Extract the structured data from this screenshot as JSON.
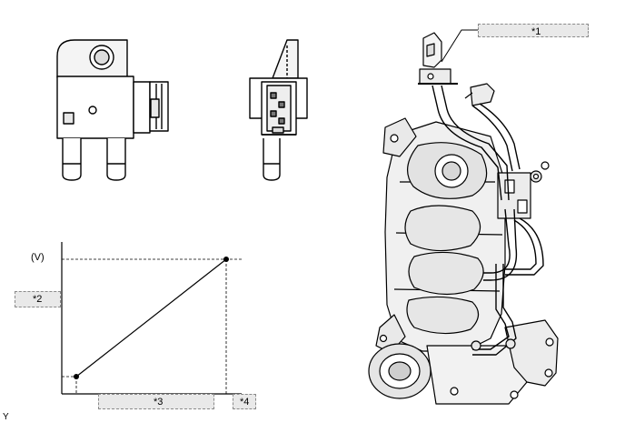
{
  "callouts": {
    "c1": "*1",
    "c2": "*2",
    "c3": "*3",
    "c4": "*4"
  },
  "graph": {
    "y_unit": "(V)",
    "corner_label": "Y"
  },
  "chart_data": {
    "type": "line",
    "title": "",
    "xlabel": "*3",
    "ylabel": "*2",
    "series": [
      {
        "points": [
          [
            0,
            0
          ],
          [
            1,
            1
          ]
        ]
      }
    ]
  },
  "colors": {
    "line": "#000000",
    "callout_fill": "#e9e9e9",
    "callout_border": "#8a8a8a"
  }
}
